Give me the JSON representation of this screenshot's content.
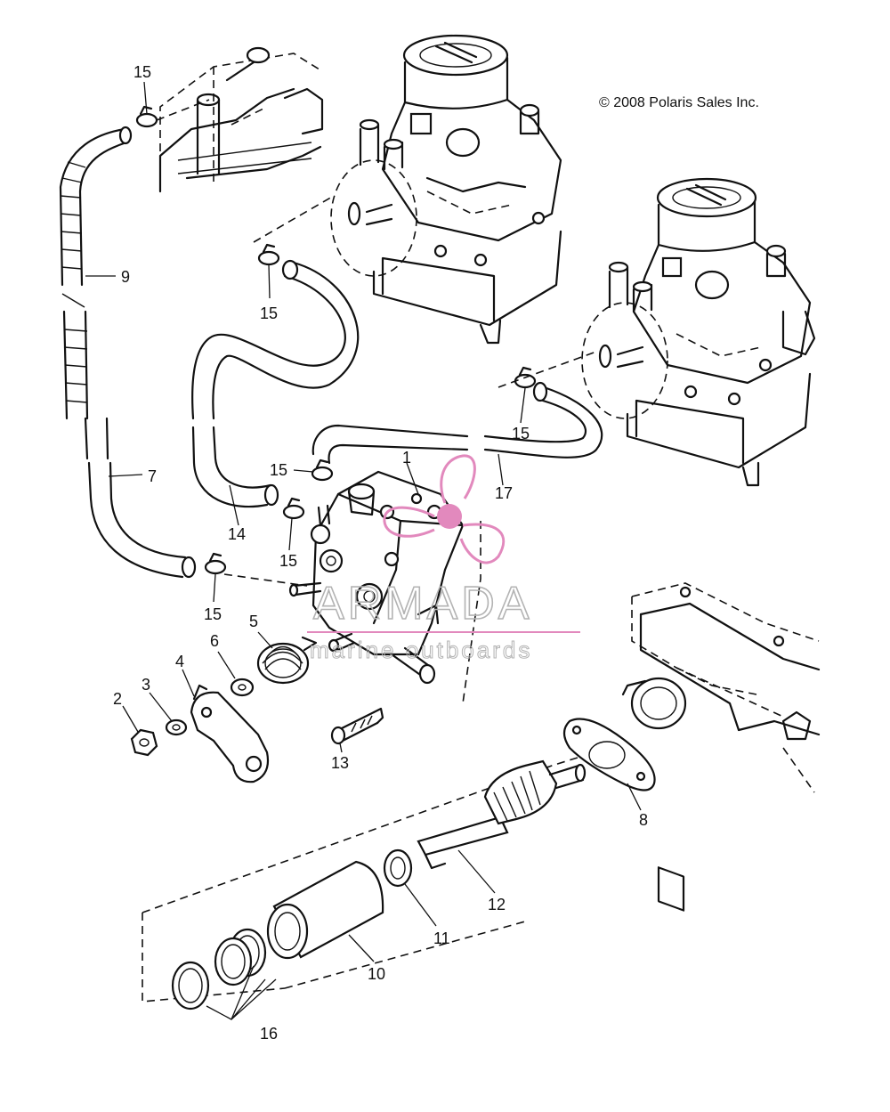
{
  "copyright": "© 2008 Polaris Sales Inc.",
  "watermark": {
    "brand": "ARMADA",
    "tagline": "marine outboards",
    "color": "#e289bd"
  },
  "callouts": {
    "c1": "1",
    "c2": "2",
    "c3": "3",
    "c4": "4",
    "c5": "5",
    "c6": "6",
    "c7": "7",
    "c8": "8",
    "c9": "9",
    "c10": "10",
    "c11": "11",
    "c12": "12",
    "c13": "13",
    "c14": "14",
    "c15a": "15",
    "c15b": "15",
    "c15c": "15",
    "c15d": "15",
    "c15e": "15",
    "c15f": "15",
    "c16": "16",
    "c17": "17"
  }
}
